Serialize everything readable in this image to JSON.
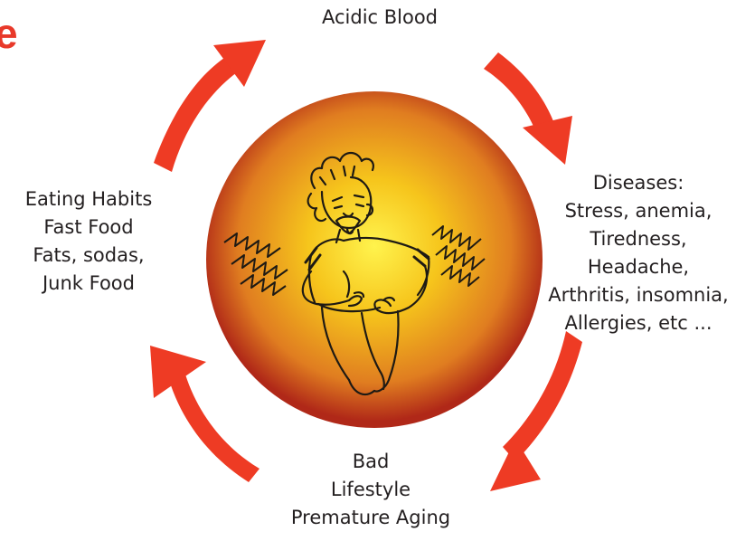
{
  "corner_title": "e",
  "diagram": {
    "center_illustration": "sick-person-in-pain",
    "arrow_color": "#ee3b24",
    "sphere_colors": [
      "#fff34d",
      "#f6c51c",
      "#e07d20",
      "#b02818"
    ],
    "top": {
      "lines": [
        "Acidic Blood"
      ]
    },
    "right": {
      "lines": [
        "Diseases:",
        "Stress, anemia,",
        "Tiredness,",
        "Headache,",
        "Arthritis, insomnia,",
        "Allergies, etc ..."
      ]
    },
    "bottom": {
      "lines": [
        "Bad",
        "Lifestyle",
        "Premature Aging"
      ]
    },
    "left": {
      "lines": [
        "Eating Habits",
        "Fast Food",
        "Fats, sodas,",
        "Junk Food"
      ]
    }
  }
}
